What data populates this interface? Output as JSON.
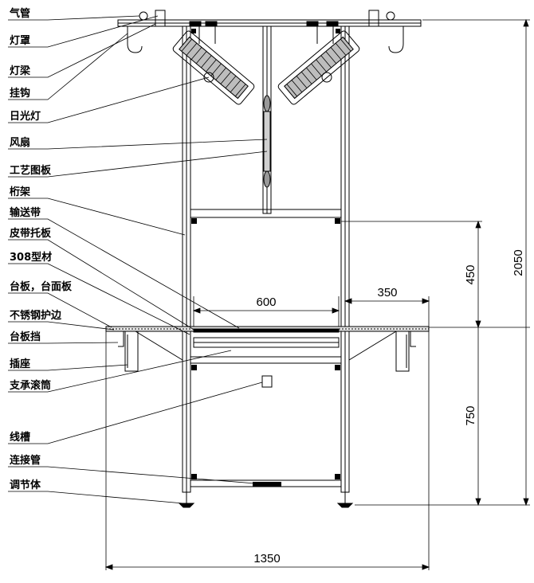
{
  "labels": [
    "气管",
    "灯罩",
    "灯梁",
    "挂钩",
    "日光灯",
    "风扇",
    "工艺图板",
    "桁架",
    "输送带",
    "皮带托板",
    "308型材",
    "台板，台面板",
    "不锈钢护边",
    "台板挡",
    "插座",
    "支承滚筒",
    "线槽",
    "连接管",
    "调节体"
  ],
  "dimensions": {
    "width_total": "1350",
    "table_width": "600",
    "side_table": "350",
    "upper_height": "450",
    "lower_height": "750",
    "total_height": "2050"
  }
}
